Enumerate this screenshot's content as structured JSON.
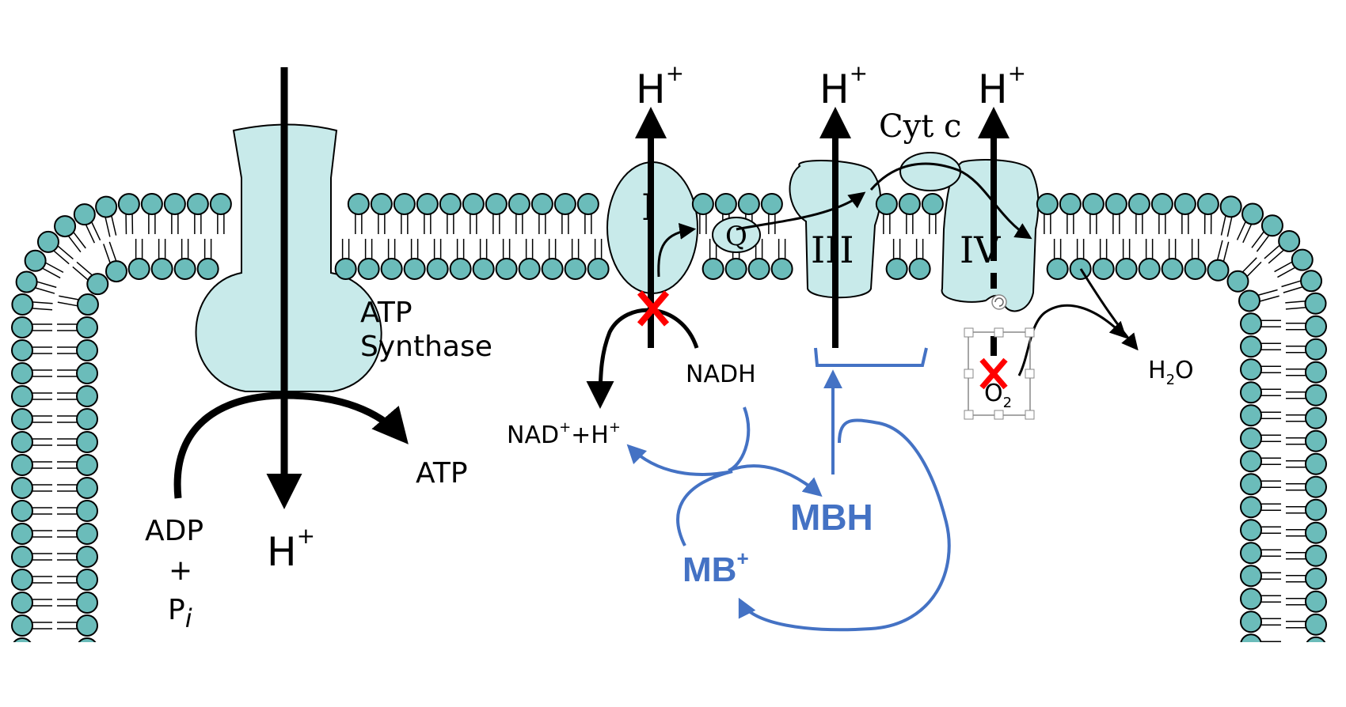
{
  "colors": {
    "head_fill": "#6bbcba",
    "protein_fill": "#c8eaea",
    "blue": "#4472c4",
    "red": "#ff0000",
    "black": "#000000"
  },
  "labels": {
    "atp_synthase_line1": "ATP",
    "atp_synthase_line2": "Synthase",
    "atp": "ATP",
    "adp": "ADP",
    "plus": "+",
    "pi": "P",
    "pi_sub": "i",
    "h_plus_bottom": "H",
    "h_sup": "+",
    "h_plus_i": "H",
    "h_plus_iii": "H",
    "h_plus_iv": "H",
    "complex_i": "I",
    "complex_iii": "III",
    "complex_iv": "IV",
    "q": "Q",
    "cyt_c": "Cyt c",
    "nadh": "NADH",
    "nad_plus_h": "NAD",
    "nad_sup": "+",
    "nad_plus_h_tail": "+H",
    "nad_tail_sup": "+",
    "h2o_h": "H",
    "h2o_2": "2",
    "h2o_o": "O",
    "o2_o": "O",
    "o2_2": "2",
    "mbh": "MBH",
    "mb_plus": "MB",
    "mb_sup": "+"
  }
}
